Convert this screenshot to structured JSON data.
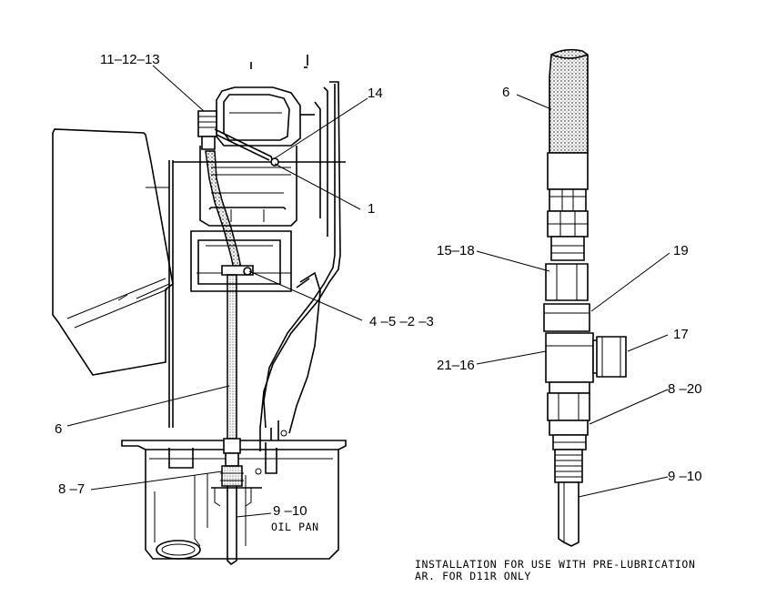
{
  "callouts": {
    "c_11_12_13": "11–12–13",
    "c_14": "14",
    "c_1": "1",
    "c_4_5_2_3": "4 –5 –2 –3",
    "c_6_left": "6",
    "c_8_7": "8 –7",
    "c_9_10_left": "9 –10",
    "oil_pan": "OIL PAN",
    "c_6_right": "6",
    "c_15_18": "15–18",
    "c_19": "19",
    "c_17": "17",
    "c_21_16": "21–16",
    "c_8_20": "8 –20",
    "c_9_10_right": "9 –10"
  },
  "caption": {
    "line1": "INSTALLATION FOR USE WITH PRE-LUBRICATION",
    "line2": "AR. FOR D11R ONLY"
  }
}
